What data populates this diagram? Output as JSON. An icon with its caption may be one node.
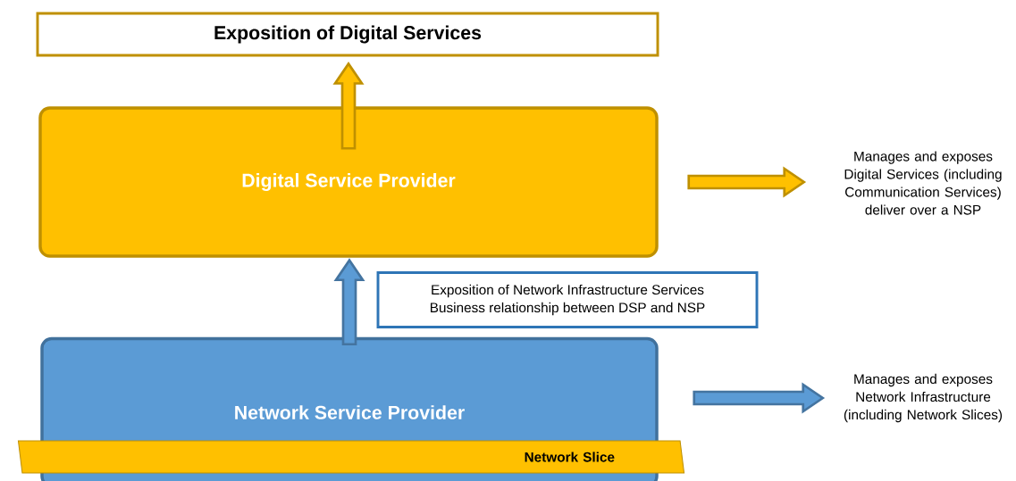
{
  "diagram": {
    "nodes": [
      {
        "text": [
          "Exposition of Digital Services"
        ]
      },
      {
        "text": [
          "Digital Service Provider"
        ]
      },
      {
        "text": [
          "Exposition of Network Infrastructure Services",
          "Business relationship between DSP and NSP"
        ]
      },
      {
        "text": [
          "Manages and exposes Digital Services (including Communication Services) deliver over a NSP"
        ]
      },
      {
        "text": [
          "Network Service Provider"
        ]
      },
      {
        "text": [
          "Network Slice"
        ]
      },
      {
        "text": [
          "Manages and exposes Network Infrastructure (including Network Slices)"
        ]
      }
    ],
    "edges": [
      {
        "from": 1,
        "to": 0,
        "arrow": "to",
        "color": "#ffc000"
      },
      {
        "from": 4,
        "to": 1,
        "arrow": "to",
        "color": "#5b9bd5"
      },
      {
        "from": 1,
        "to": 3,
        "arrow": "to",
        "color": "#ffc000"
      },
      {
        "from": 4,
        "to": 6,
        "arrow": "to",
        "color": "#5b9bd5"
      }
    ]
  }
}
